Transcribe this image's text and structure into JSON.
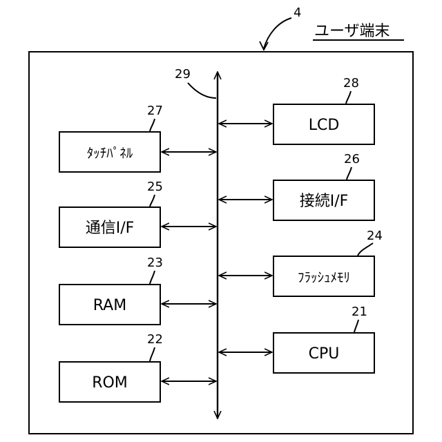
{
  "terminal": {
    "ref": "4",
    "title": "ユーザ端末"
  },
  "bus": {
    "ref": "29"
  },
  "blocks": {
    "touch_panel": {
      "label": "ﾀｯﾁﾊﾟﾈﾙ",
      "ref": "27"
    },
    "comm_if": {
      "label": "通信I/F",
      "ref": "25"
    },
    "ram": {
      "label": "RAM",
      "ref": "23"
    },
    "rom": {
      "label": "ROM",
      "ref": "22"
    },
    "lcd": {
      "label": "LCD",
      "ref": "28"
    },
    "connect_if": {
      "label": "接続I/F",
      "ref": "26"
    },
    "flash_memory": {
      "label": "ﾌﾗｯｼｭﾒﾓﾘ",
      "ref": "24"
    },
    "cpu": {
      "label": "CPU",
      "ref": "21"
    }
  }
}
